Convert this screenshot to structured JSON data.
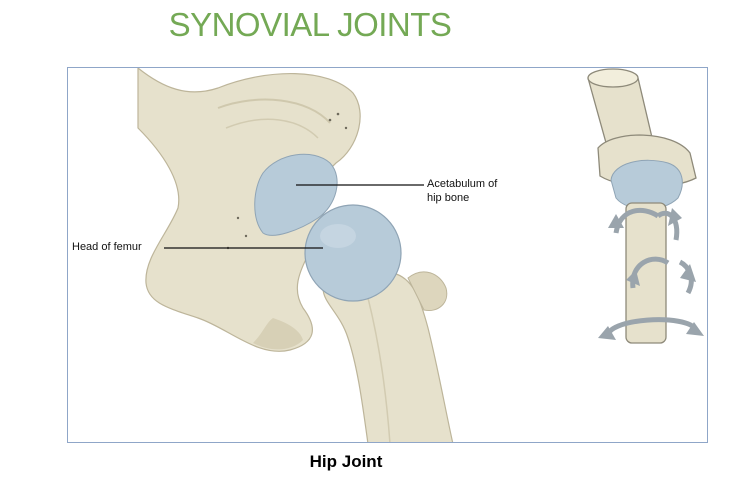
{
  "title": "SYNOVIAL JOINTS",
  "labels": {
    "acetabulum_line1": "Acetabulum of",
    "acetabulum_line2": "hip bone",
    "head_of_femur": "Head of femur"
  },
  "caption": "Hip Joint",
  "colors": {
    "title_green": "#74a955",
    "bone": "#e6e1cc",
    "bone_shadow": "#cfc8ad",
    "cartilage_blue": "#b7cbd9",
    "frame_border": "#8fa6c8",
    "arrow_gray": "#9aa4ac"
  }
}
